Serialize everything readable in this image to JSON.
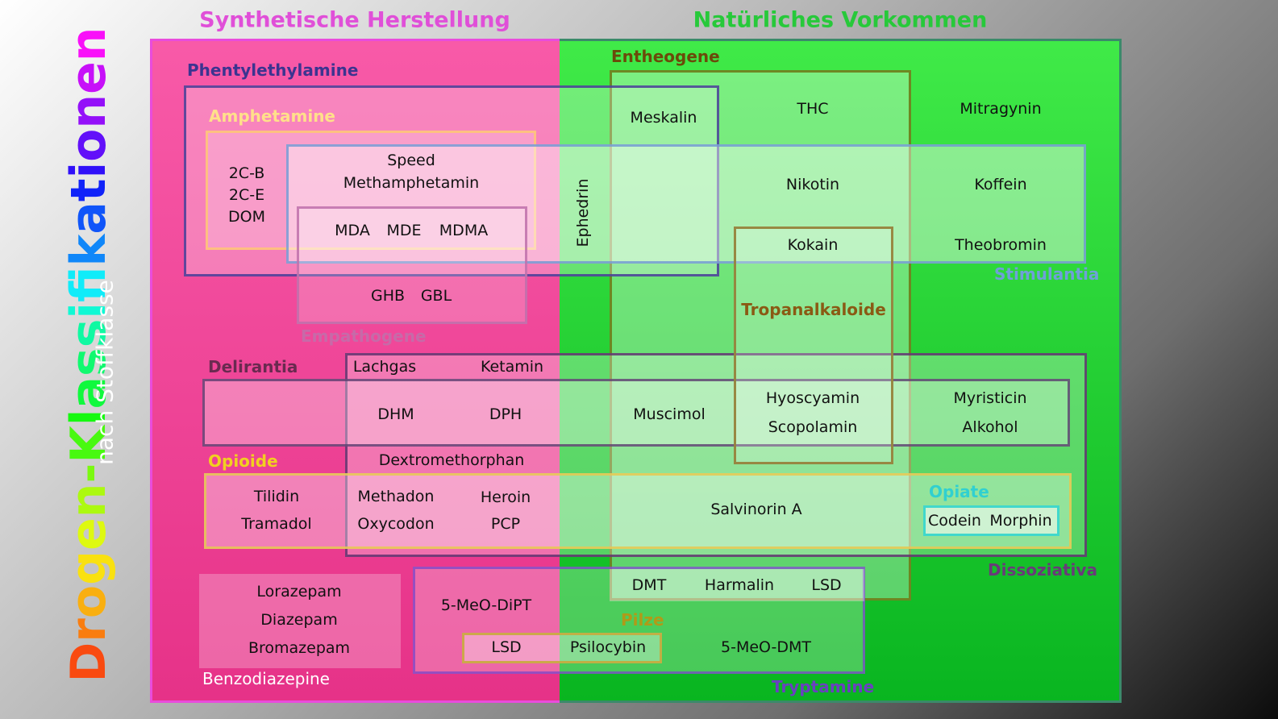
{
  "header": {
    "left": "Synthetische Herstellung",
    "right": "Natürliches Vorkommen"
  },
  "side": {
    "title_letters": [
      "D",
      "r",
      "o",
      "g",
      "e",
      "n",
      "-",
      "K",
      "l",
      "a",
      "s",
      "s",
      "i",
      "f",
      "i",
      "k",
      "a",
      "t",
      "i",
      "o",
      "n",
      "e",
      "n"
    ],
    "subtitle": "nach Stoffklasse"
  },
  "colors": {
    "synthetic": "#f0449a",
    "natural": "#22dd2a",
    "phentylethylamine": "#4a3f9a",
    "amphetamine": "#ffd060",
    "stimulantia": "#6fa0d8",
    "entheogene": "#7a5a12",
    "empathogene": "#c75a9a",
    "delirantia": "#7a2a58",
    "opioide": "#f1d020",
    "opiate": "#30d8d8",
    "dissoziativa": "#6a3a7a",
    "benzodiazepine": "#ffffff",
    "tryptamine": "#6a40c0",
    "pilze": "#b8a020"
  },
  "categories": {
    "phentylethylamine": "Phentylethylamine",
    "amphetamine": "Amphetamine",
    "entheogene": "Entheogene",
    "stimulantia": "Stimulantia",
    "empathogene": "Empathogene",
    "tropanalkaloide": "Tropanalkaloide",
    "delirantia": "Delirantia",
    "opioide": "Opioide",
    "opiate": "Opiate",
    "dissoziativa": "Dissoziativa",
    "benzodiazepine": "Benzodiazepine",
    "pilze": "Pilze",
    "tryptamine": "Tryptamine"
  },
  "substances": {
    "2cb": "2C-B",
    "2ce": "2C-E",
    "dom": "DOM",
    "speed": "Speed",
    "methamphetamin": "Methamphetamin",
    "mda": "MDA",
    "mde": "MDE",
    "mdma": "MDMA",
    "ghb": "GHB",
    "gbl": "GBL",
    "ephedrin": "Ephedrin",
    "meskalin": "Meskalin",
    "thc": "THC",
    "mitragynin": "Mitragynin",
    "nikotin": "Nikotin",
    "koffein": "Koffein",
    "kokain": "Kokain",
    "theobromin": "Theobromin",
    "lachgas": "Lachgas",
    "ketamin": "Ketamin",
    "dhm": "DHM",
    "dph": "DPH",
    "muscimol": "Muscimol",
    "hyoscyamin": "Hyoscyamin",
    "scopolamin": "Scopolamin",
    "myristicin": "Myristicin",
    "alkohol": "Alkohol",
    "dextromethorphan": "Dextromethorphan",
    "tilidin": "Tilidin",
    "tramadol": "Tramadol",
    "methadon": "Methadon",
    "oxycodon": "Oxycodon",
    "heroin": "Heroin",
    "pcp": "PCP",
    "salvinorin": "Salvinorin A",
    "codein": "Codein",
    "morphin": "Morphin",
    "lorazepam": "Lorazepam",
    "diazepam": "Diazepam",
    "bromazepam": "Bromazepam",
    "dipt": "5-MeO-DiPT",
    "dmt": "DMT",
    "harmalin": "Harmalin",
    "lsd": "LSD",
    "lsd2": "LSD",
    "psilocybin": "Psilocybin",
    "meodmt": "5-MeO-DMT"
  }
}
